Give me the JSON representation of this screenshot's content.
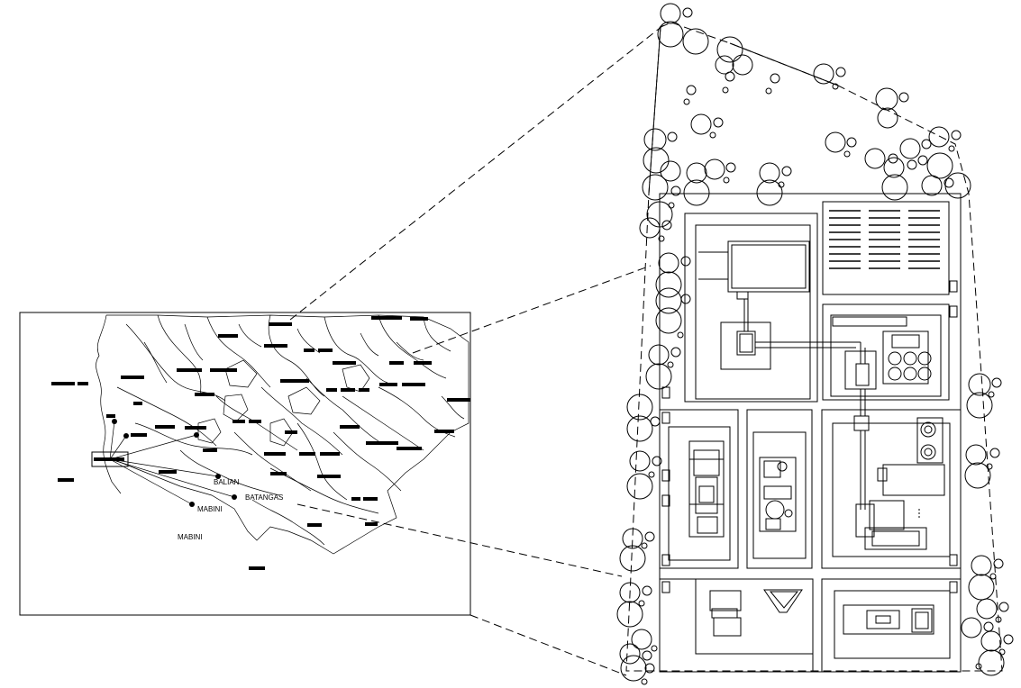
{
  "location_map": {
    "labels": {
      "balian": "BALIAN",
      "batangas": "BATANGAS",
      "mabini": "MABINI",
      "mabini_lower": "MABINI"
    }
  },
  "site_plan": {
    "tree_count_note": "",
    "equipment": "",
    "buildings": ""
  }
}
